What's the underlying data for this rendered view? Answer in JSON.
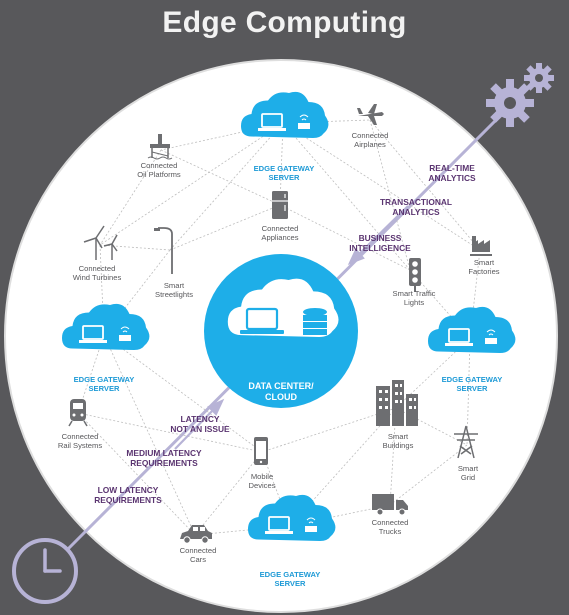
{
  "title": "Edge Computing",
  "center": {
    "label": "DATA CENTER/\nCLOUD"
  },
  "gateways": {
    "top": "EDGE GATEWAY\nSERVER",
    "left": "EDGE GATEWAY\nSERVER",
    "right": "EDGE GATEWAY\nSERVER",
    "bottom": "EDGE GATEWAY\nSERVER"
  },
  "devices": {
    "airplanes": "Connected\nAirplanes",
    "oil_platforms": "Connected\nOil Platforms",
    "appliances": "Connected\nAppliances",
    "wind_turbines": "Connected\nWind Turbines",
    "streetlights": "Smart\nStreetlights",
    "smart_factories": "Smart\nFactories",
    "traffic_lights": "Smart Traffic\nLights",
    "rail_systems": "Connected\nRail Systems",
    "mobile_devices": "Mobile\nDevices",
    "smart_buildings": "Smart\nBuildings",
    "smart_grid": "Smart\nGrid",
    "cars": "Connected\nCars",
    "trucks": "Connected\nTrucks"
  },
  "annotations": {
    "realtime": "REAL-TIME\nANALYTICS",
    "transactional": "TRANSACTIONAL\nANALYTICS",
    "business": "BUSINESS\nINTELLIGENCE",
    "latency_none": "LATENCY\nNOT AN ISSUE",
    "latency_medium": "MEDIUM LATENCY\nREQUIREMENTS",
    "latency_low": "LOW LATENCY\nREQUIREMENTS"
  },
  "colors": {
    "background": "#58585b",
    "cloud": "#1eaee8",
    "accent_text": "#5a3470",
    "gateway_text": "#1e9ad6",
    "gear": "#b7b3d6"
  },
  "icons": [
    "gear-icon",
    "clock-icon",
    "laptop-icon",
    "database-icon",
    "wifi-router-icon",
    "airplane-icon",
    "oil-platform-icon",
    "fridge-icon",
    "wind-turbine-icon",
    "streetlight-icon",
    "factory-icon",
    "traffic-light-icon",
    "train-icon",
    "mobile-phone-icon",
    "building-icon",
    "power-tower-icon",
    "car-icon",
    "truck-icon"
  ]
}
